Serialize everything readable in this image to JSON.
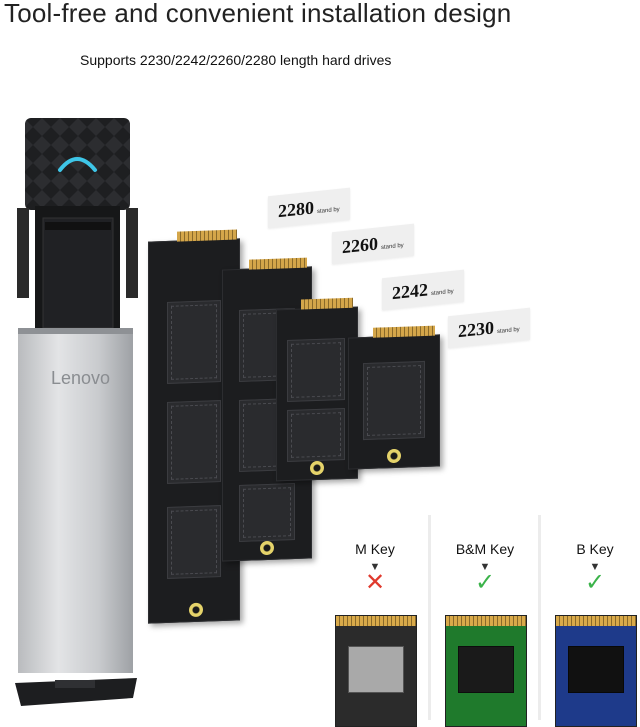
{
  "header": {
    "title": "Tool-free and convenient installation design",
    "subtitle": "Supports 2230/2242/2260/2280 length hard drives"
  },
  "enclosure": {
    "brand": "Lenovo",
    "accent_color": "#3ec6e8"
  },
  "length_tags": [
    {
      "value": "2280",
      "note": "stand by"
    },
    {
      "value": "2260",
      "note": "stand by"
    },
    {
      "value": "2242",
      "note": "stand by"
    },
    {
      "value": "2230",
      "note": "stand by"
    }
  ],
  "keys": [
    {
      "label": "M Key",
      "mark": "✕",
      "mark_color": "#e03a2e",
      "board_color": "#2b2b2b",
      "chip_color": "#a9a9a9"
    },
    {
      "label": "B&M Key",
      "mark": "✓",
      "mark_color": "#3bb34a",
      "board_color": "#1f7a2c",
      "chip_color": "#1a1a1a"
    },
    {
      "label": "B Key",
      "mark": "✓",
      "mark_color": "#3bb34a",
      "board_color": "#1e3a8a",
      "chip_color": "#111111"
    }
  ]
}
